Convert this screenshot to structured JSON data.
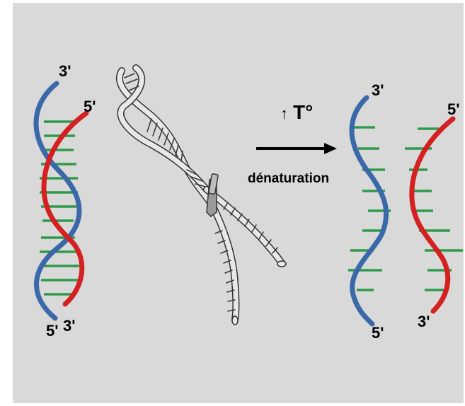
{
  "labels": {
    "left_top_three_prime": "3'",
    "left_top_five_prime": "5'",
    "left_bottom_five_prime": "5'",
    "left_bottom_three_prime": "3'",
    "temperature_arrow": "↑",
    "temperature": "T°",
    "process": "dénaturation",
    "blue_strand_top": "3'",
    "blue_strand_bottom": "5'",
    "red_strand_top": "5'",
    "red_strand_bottom": "3'"
  },
  "colors": {
    "background": "#d9d9d9",
    "blue_strand": "#3a68a8",
    "red_strand": "#d42020",
    "base_pair": "#2f9a4a",
    "zipper_outline": "#333333",
    "zipper_fill": "#e8e8e8",
    "zipper_slider": "#9a9a9a"
  },
  "icons": {
    "unzipping": "dna-zipper-icon"
  }
}
